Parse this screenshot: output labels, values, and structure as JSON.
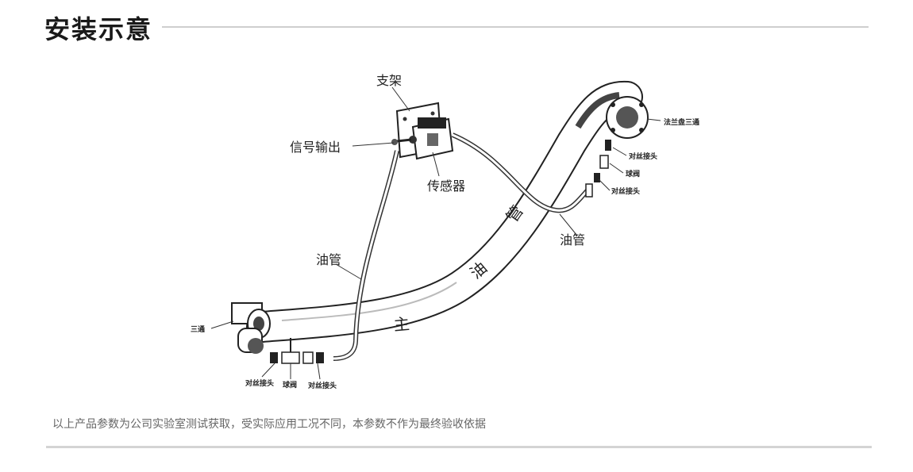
{
  "page": {
    "title": "安装示意",
    "disclaimer": "以上产品参数为公司实验室测试获取，受实际应用工况不同，本参数不作为最终验收依据"
  },
  "diagram": {
    "labels": {
      "bracket": "支架",
      "signal_output": "信号输出",
      "sensor": "传感器",
      "oil_pipe_left": "油管",
      "oil_pipe_right": "油管",
      "flange_tee": "法兰盘三通",
      "thread_joint_right_top": "对丝接头",
      "ball_valve_right": "球阀",
      "thread_joint_right_bottom": "对丝接头",
      "tee_left": "三通",
      "thread_joint_bottom_left": "对丝接头",
      "ball_valve_bottom": "球阀",
      "thread_joint_bottom_right": "对丝接头",
      "main_pipe_char_1": "主",
      "main_pipe_char_2": "油",
      "main_pipe_char_3": "管"
    }
  }
}
